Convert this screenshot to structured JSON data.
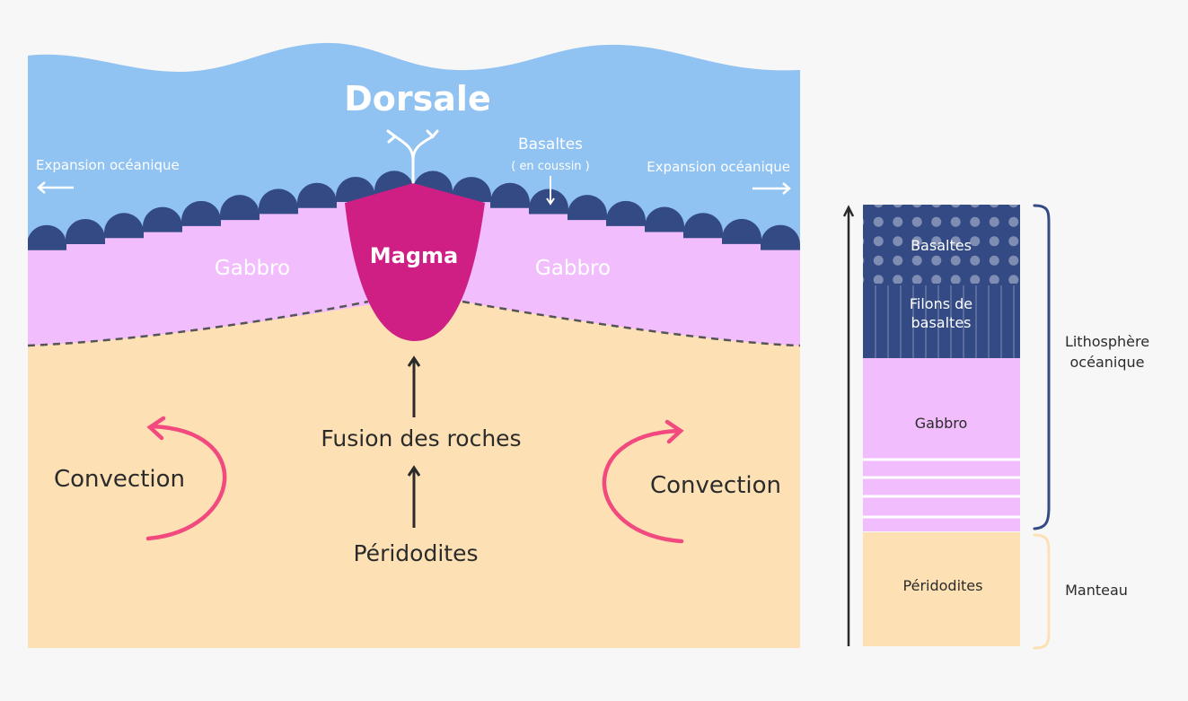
{
  "diagram": {
    "title": "Dorsale",
    "expansion_left": "Expansion océanique",
    "expansion_right": "Expansion océanique",
    "basaltes_label": "Basaltes",
    "basaltes_sub": "( en coussin )",
    "gabbro_left": "Gabbro",
    "gabbro_right": "Gabbro",
    "magma": "Magma",
    "fusion": "Fusion des roches",
    "peridotites": "Péridodites",
    "convection_left": "Convection",
    "convection_right": "Convection"
  },
  "column": {
    "basaltes": "Basaltes",
    "filons_line1": "Filons de",
    "filons_line2": "basaltes",
    "gabbro": "Gabbro",
    "peridotites": "Péridodites",
    "lithosphere_line1": "Lithosphère",
    "lithosphere_line2": "océanique",
    "manteau": "Manteau"
  },
  "colors": {
    "ocean": "#90c2f2",
    "basalt": "#334a85",
    "gabbro": "#f2bdfc",
    "mantle": "#fde1b4",
    "magma": "#cf1f85",
    "convection_arrow": "#f2497e",
    "text_dark": "#2b2b2b",
    "white": "#ffffff"
  }
}
